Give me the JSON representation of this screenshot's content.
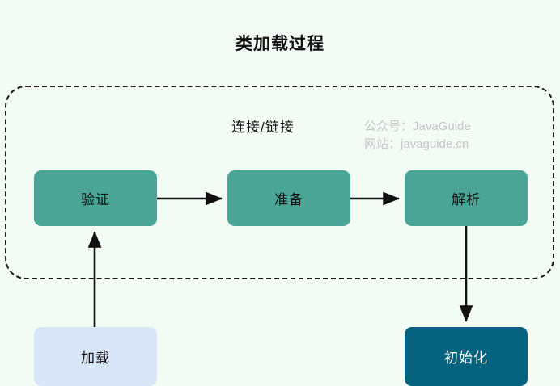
{
  "diagram": {
    "title": "类加载过程",
    "background_color": "#f2fbf4",
    "group": {
      "label": "连接/链接",
      "style": "dashed",
      "border_color": "#1b1b1b"
    },
    "watermark": {
      "line1": "公众号：JavaGuide",
      "line2": "网站：javaguide.cn",
      "color": "#c6c6c6"
    },
    "colors": {
      "teal": "#4aa596",
      "light_blue": "#d9e6fa",
      "dark_blue": "#066380",
      "line": "#111111"
    },
    "nodes": [
      {
        "id": "load",
        "label": "加载",
        "color": "#d9e6fa",
        "in_group": false
      },
      {
        "id": "verify",
        "label": "验证",
        "color": "#4aa596",
        "in_group": true
      },
      {
        "id": "prepare",
        "label": "准备",
        "color": "#4aa596",
        "in_group": true
      },
      {
        "id": "resolve",
        "label": "解析",
        "color": "#4aa596",
        "in_group": true
      },
      {
        "id": "init",
        "label": "初始化",
        "color": "#066380",
        "in_group": false
      }
    ],
    "edges": [
      {
        "from": "load",
        "to": "verify",
        "direction": "up"
      },
      {
        "from": "verify",
        "to": "prepare",
        "direction": "right"
      },
      {
        "from": "prepare",
        "to": "resolve",
        "direction": "right"
      },
      {
        "from": "resolve",
        "to": "init",
        "direction": "down"
      }
    ]
  }
}
